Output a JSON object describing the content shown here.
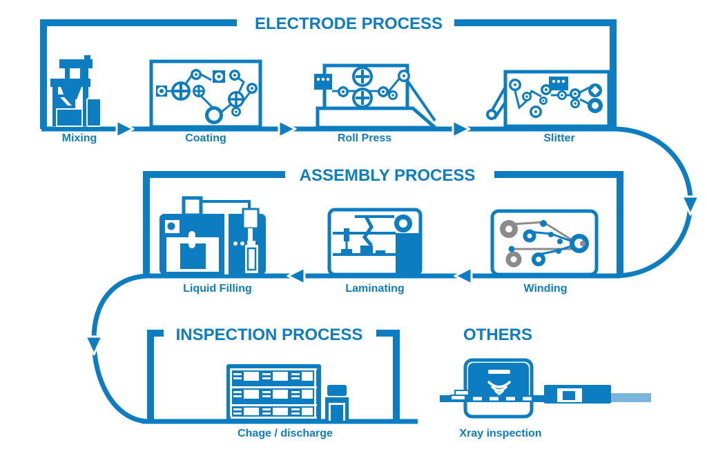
{
  "colors": {
    "primary": "#0d7dc1",
    "gray": "#8b8b8b",
    "light_blue": "#7ab5dc",
    "background": "#ffffff"
  },
  "sections": {
    "electrode": {
      "title": "ELECTRODE PROCESS",
      "items": [
        {
          "label": "Mixing",
          "icon": "mixing-machine-icon"
        },
        {
          "label": "Coating",
          "icon": "coating-machine-icon"
        },
        {
          "label": "Roll Press",
          "icon": "roll-press-machine-icon"
        },
        {
          "label": "Slitter",
          "icon": "slitter-machine-icon"
        }
      ]
    },
    "assembly": {
      "title": "ASSEMBLY PROCESS",
      "items": [
        {
          "label": "Liquid Filling",
          "icon": "liquid-filling-machine-icon"
        },
        {
          "label": "Laminating",
          "icon": "laminating-machine-icon"
        },
        {
          "label": "Winding",
          "icon": "winding-machine-icon"
        }
      ]
    },
    "inspection": {
      "title": "INSPECTION PROCESS",
      "items": [
        {
          "label": "Chage / discharge",
          "icon": "charge-discharge-rack-icon"
        }
      ]
    },
    "others": {
      "title": "OTHERS",
      "items": [
        {
          "label": "Xray inspection",
          "icon": "xray-inspection-machine-icon"
        }
      ]
    }
  },
  "flow_arrows": [
    "flow-arrow-right-icon",
    "flow-arrow-left-icon",
    "flow-arrow-down-icon"
  ]
}
